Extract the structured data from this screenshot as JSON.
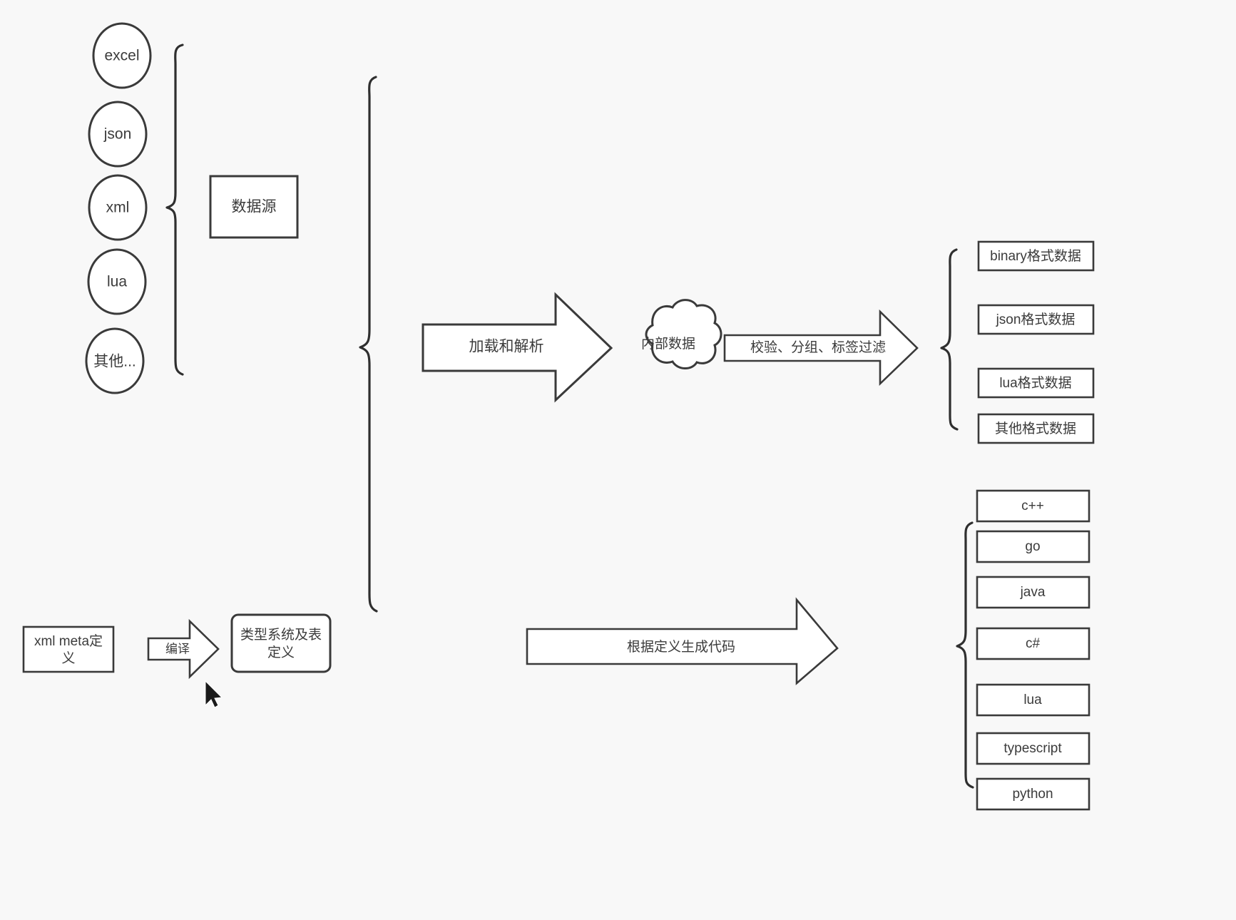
{
  "diagram": {
    "title": "data pipeline and code generation flow",
    "background_color": "#f8f8f8",
    "stroke_color": "#3a3a3a",
    "text_color": "#3b3b3b"
  },
  "sources": {
    "group_label": "数据源",
    "items": [
      {
        "label": "excel"
      },
      {
        "label": "json"
      },
      {
        "label": "xml"
      },
      {
        "label": "lua"
      },
      {
        "label": "其他..."
      }
    ]
  },
  "meta": {
    "definition_label": "xml meta定义",
    "compile_label": "编译",
    "type_system_label": "类型系统及表\n定义",
    "type_system_line1": "类型系统及表",
    "type_system_line2": "定义"
  },
  "pipeline": {
    "load_parse_label": "加载和解析",
    "internal_data_label": "内部数据",
    "filter_label": "校验、分组、标签过滤",
    "generate_code_label": "根据定义生成代码"
  },
  "outputs": {
    "data_formats": [
      {
        "label": "binary格式数据"
      },
      {
        "label": "json格式数据"
      },
      {
        "label": "lua格式数据"
      },
      {
        "label": "其他格式数据"
      }
    ],
    "languages": [
      {
        "label": "c++"
      },
      {
        "label": "go"
      },
      {
        "label": "java"
      },
      {
        "label": "c#"
      },
      {
        "label": "lua"
      },
      {
        "label": "typescript"
      },
      {
        "label": "python"
      }
    ]
  }
}
